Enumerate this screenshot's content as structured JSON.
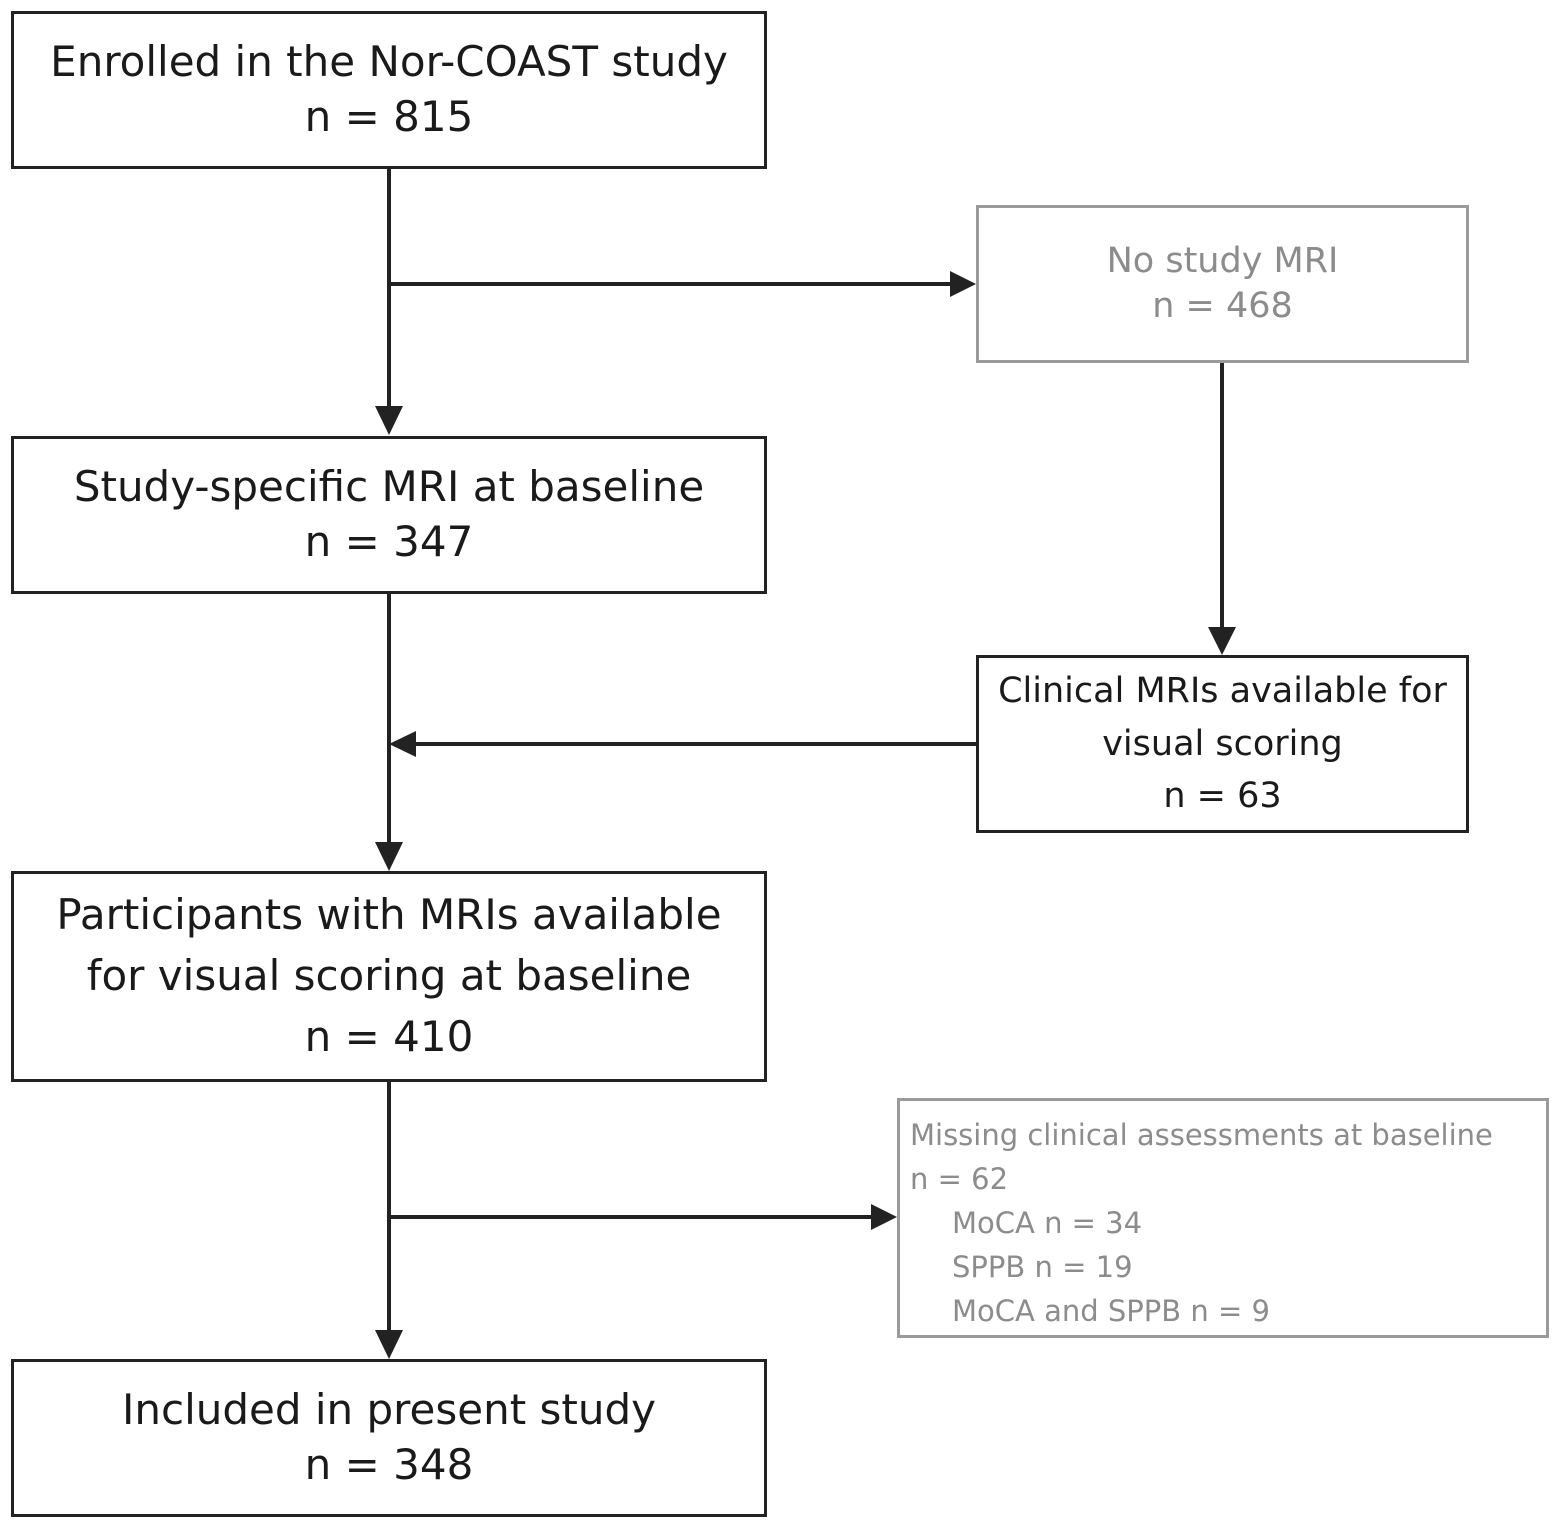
{
  "boxes": {
    "enrolled": {
      "line1": "Enrolled in the Nor-COAST study",
      "line2": "n = 815"
    },
    "no_mri": {
      "line1": "No study MRI",
      "line2": "n = 468"
    },
    "study_mri": {
      "line1": "Study-specific MRI at baseline",
      "line2": "n = 347"
    },
    "clinical_mri": {
      "line1": "Clinical MRIs available for",
      "line2": "visual scoring",
      "line3": "n = 63"
    },
    "participants": {
      "line1": "Participants with MRIs available",
      "line2": "for visual scoring at baseline",
      "line3": "n = 410"
    },
    "missing": {
      "line1": "Missing clinical assessments at baseline",
      "line2": "n = 62",
      "items": [
        "MoCA n = 34",
        "SPPB n = 19",
        "MoCA and SPPB n = 9"
      ]
    },
    "included": {
      "line1": "Included in present study",
      "line2": "n = 348"
    }
  },
  "colors": {
    "primary": "#222222",
    "muted_border": "#9a9a9a",
    "muted_text": "#8c8c8c"
  }
}
